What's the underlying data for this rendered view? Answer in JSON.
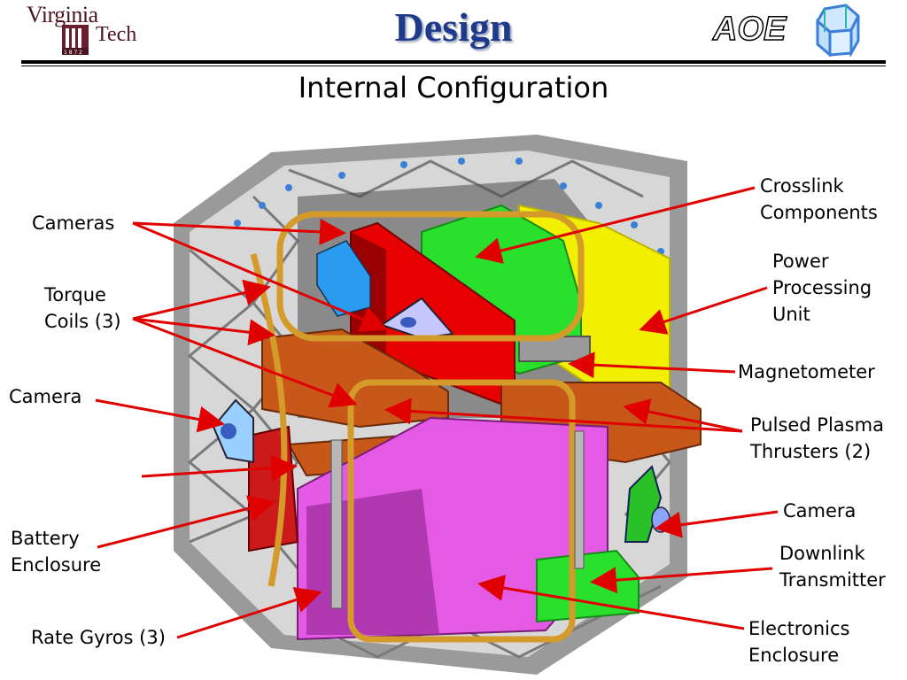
{
  "header": {
    "title": "Design",
    "logo_left_line1": "Virginia",
    "logo_left_line2": "Tech",
    "logo_left_year": "1 8 7 2",
    "logo_right_text": "AOE"
  },
  "subtitle": "Internal Configuration",
  "labels": {
    "cameras": "Cameras",
    "torque_coils_1": "Torque",
    "torque_coils_2": "Coils (3)",
    "camera_left": "Camera",
    "battery_1": "Battery",
    "battery_2": "Enclosure",
    "rate_gyros": "Rate Gyros (3)",
    "crosslink_1": "Crosslink",
    "crosslink_2": "Components",
    "power_1": "Power",
    "power_2": "Processing",
    "power_3": "Unit",
    "magnetometer": "Magnetometer",
    "ppt_1": "Pulsed Plasma",
    "ppt_2": "Thrusters (2)",
    "camera_right": "Camera",
    "downlink_1": "Downlink",
    "downlink_2": "Transmitter",
    "electronics_1": "Electronics",
    "electronics_2": "Enclosure"
  },
  "colors": {
    "title_blue": "#1f3a8a",
    "arrow_red": "#e00000",
    "frame_grey": "#8c8c8c",
    "ppu_yellow": "#f2f000",
    "crosslink_green": "#29e02c",
    "electronics_magenta": "#e45ae4",
    "thruster_orange": "#c8571a",
    "coil_gold": "#d49a2a",
    "vt_maroon": "#4a1420"
  }
}
